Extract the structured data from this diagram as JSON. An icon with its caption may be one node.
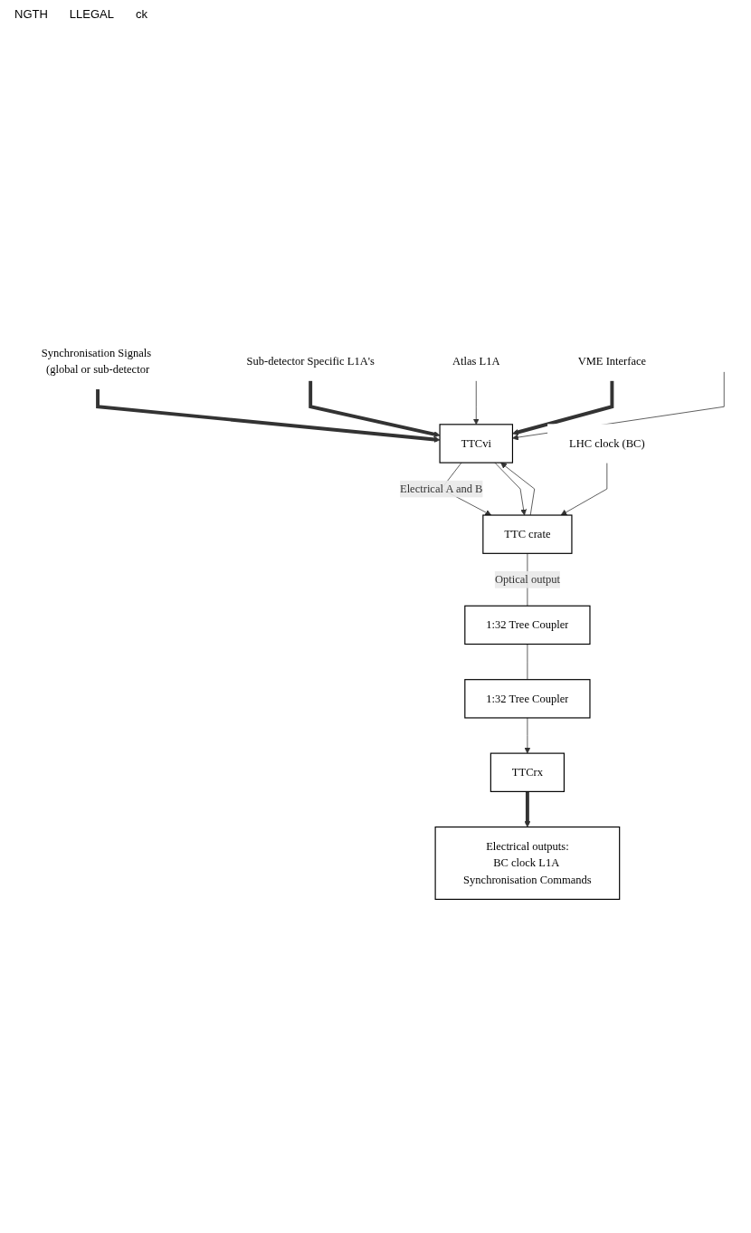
{
  "diagram": {
    "nodes": [
      {
        "text": [
          "Synchronisation Signals (global or sub-detector"
        ]
      },
      {
        "text": [
          "Sub-detector Specific L1A's"
        ]
      },
      {
        "text": [
          "Atlas L1A"
        ]
      },
      {
        "text": [
          "TTCvi"
        ]
      },
      {
        "text": [
          "VME Interface"
        ]
      },
      {
        "text": [
          "TTC crate"
        ]
      },
      {
        "text": [
          "LHC clock (BC)"
        ]
      },
      {
        "text": [
          "1:32 Tree Coupler"
        ]
      },
      {
        "text": [
          "1:32 Tree Coupler"
        ]
      },
      {
        "text": [
          "TTCrx"
        ]
      },
      {
        "text": [
          "Electrical outputs:",
          "BC clock L1A Synchronisation Commands"
        ]
      }
    ],
    "edges": [
      {
        "from": 0,
        "to": 3,
        "arrow": "to",
        "style": "thick"
      },
      {
        "from": 1,
        "to": 3,
        "arrow": "to",
        "style": "thick"
      },
      {
        "from": 2,
        "to": 3,
        "arrow": "to"
      },
      {
        "from": 4,
        "to": 3,
        "arrow": "to",
        "style": "thick"
      },
      {
        "from": null,
        "to": 3,
        "arrow": "to"
      },
      {
        "from": 5,
        "to": 3,
        "arrow": "to"
      },
      {
        "from": 3,
        "to": 5,
        "arrow": "to",
        "label": "Electrical A and B"
      },
      {
        "from": 3,
        "to": 5,
        "arrow": "to"
      },
      {
        "from": 6,
        "to": 5,
        "arrow": "to"
      },
      {
        "from": 5,
        "to": 7,
        "arrow": "none",
        "label": "Optical output"
      },
      {
        "from": 7,
        "to": 8,
        "arrow": "none"
      },
      {
        "from": 8,
        "to": 9,
        "arrow": "to"
      },
      {
        "from": 9,
        "to": 10,
        "arrow": "to",
        "style": "thick"
      }
    ],
    "labels": [
      "NGTH",
      "LLEGAL",
      "ck"
    ]
  }
}
